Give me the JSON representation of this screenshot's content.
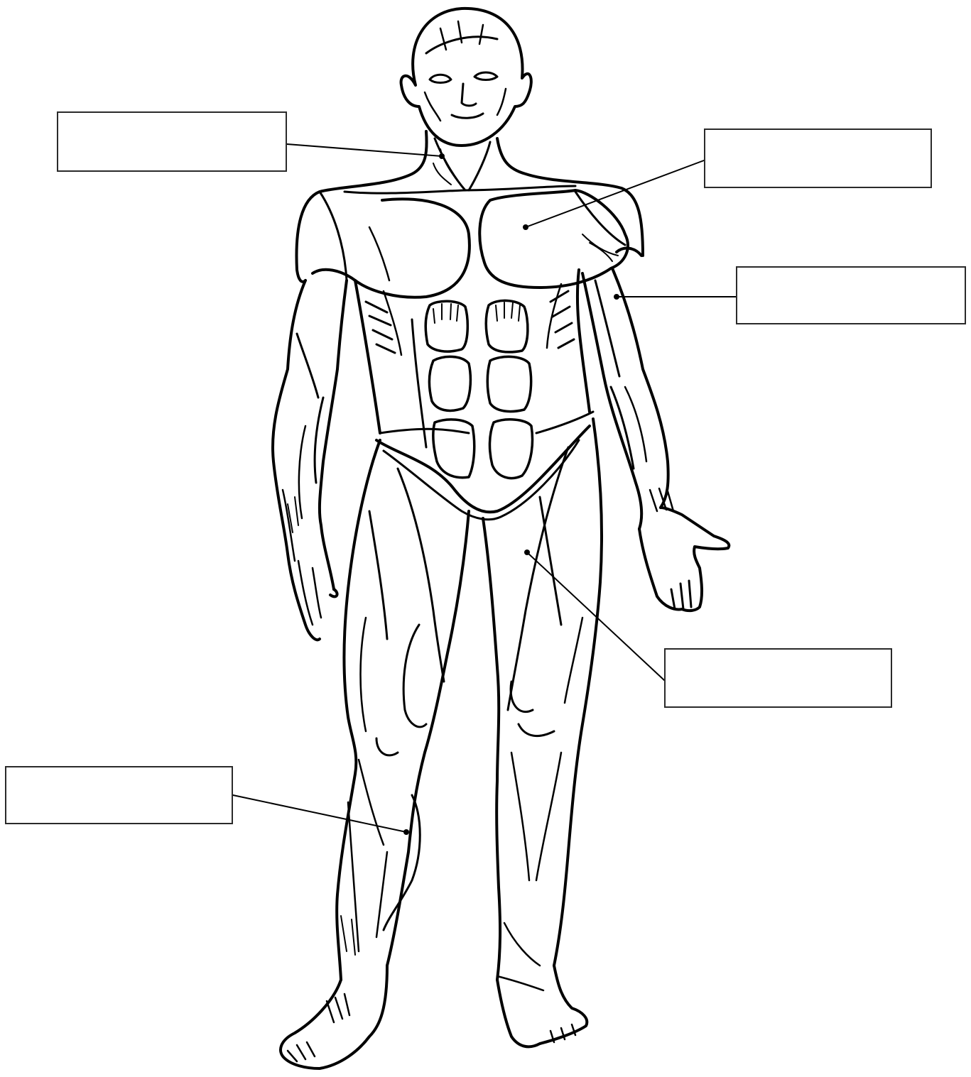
{
  "diagram": {
    "line_color": "#000000",
    "background_color": "#ffffff",
    "labels": [
      {
        "id": "neck",
        "text": ""
      },
      {
        "id": "chest",
        "text": ""
      },
      {
        "id": "upper-arm",
        "text": ""
      },
      {
        "id": "thigh",
        "text": ""
      },
      {
        "id": "calf",
        "text": ""
      }
    ]
  }
}
